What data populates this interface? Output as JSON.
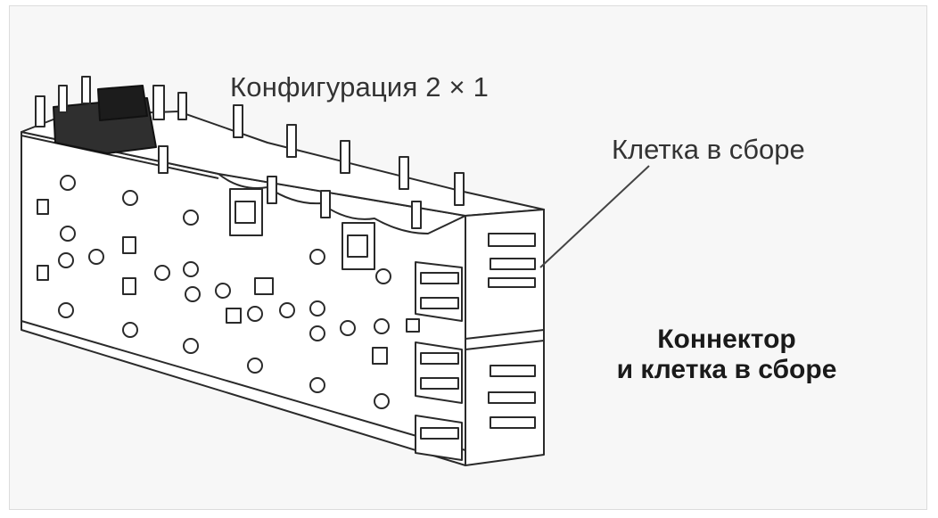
{
  "labels": {
    "configuration": "Конфигурация 2 × 1",
    "cage_assembly": "Клетка в сборе",
    "connector_title_line1": "Коннектор",
    "connector_title_line2": "и клетка в сборе"
  },
  "colors": {
    "background": "#f7f7f7",
    "stroke": "#2a2a2a",
    "text": "#333333",
    "title": "#1a1a1a"
  }
}
